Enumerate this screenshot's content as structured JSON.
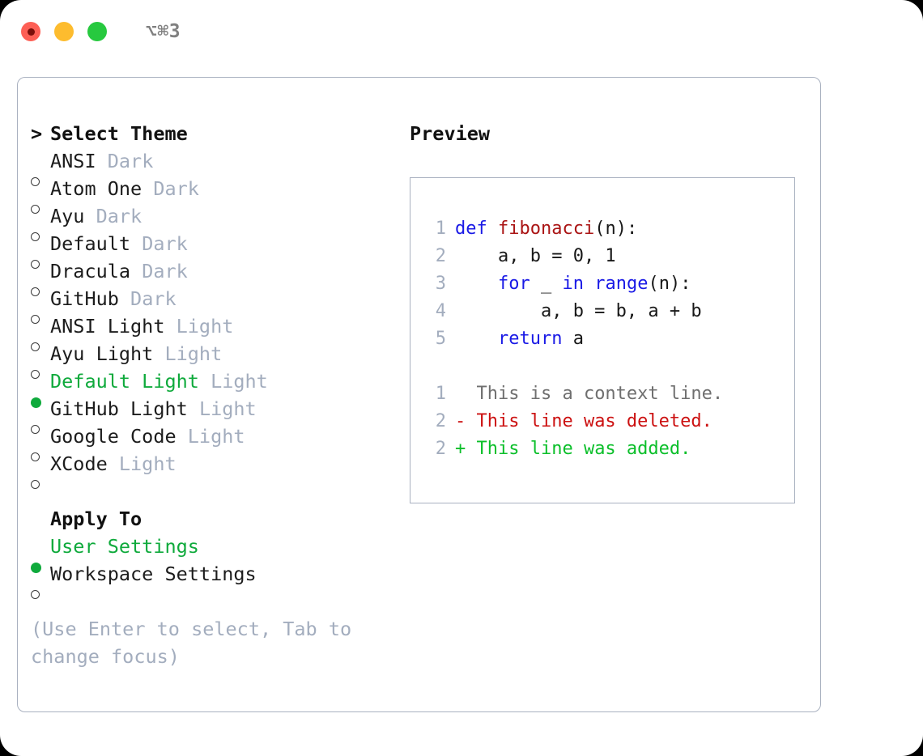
{
  "window": {
    "title_shortcut": "⌥⌘3",
    "traffic_lights": [
      {
        "name": "close-button",
        "color": "#fd5f55",
        "recording": true
      },
      {
        "name": "minimize-button",
        "color": "#fdbc2e",
        "recording": false
      },
      {
        "name": "maximize-button",
        "color": "#27c93f",
        "recording": false
      }
    ]
  },
  "colors": {
    "accent_green": "#0faa3c",
    "muted": "#a3adbe",
    "border": "#a9b1c0",
    "keyword_blue": "#1a1ae6",
    "function_red": "#aa1414",
    "diff_add": "#0bbf2a",
    "diff_del": "#cc1111",
    "diff_ctx": "#6f6f6f"
  },
  "theme_list": {
    "heading_caret": ">",
    "heading": "Select Theme",
    "items": [
      {
        "marker": "○",
        "label": "ANSI",
        "kind": "Dark",
        "selected": false
      },
      {
        "marker": "○",
        "label": "Atom One",
        "kind": "Dark",
        "selected": false
      },
      {
        "marker": "○",
        "label": "Ayu",
        "kind": "Dark",
        "selected": false
      },
      {
        "marker": "○",
        "label": "Default",
        "kind": "Dark",
        "selected": false
      },
      {
        "marker": "○",
        "label": "Dracula",
        "kind": "Dark",
        "selected": false
      },
      {
        "marker": "○",
        "label": "GitHub",
        "kind": "Dark",
        "selected": false
      },
      {
        "marker": "○",
        "label": "ANSI Light",
        "kind": "Light",
        "selected": false
      },
      {
        "marker": "○",
        "label": "Ayu Light",
        "kind": "Light",
        "selected": false
      },
      {
        "marker": "●",
        "label": "Default Light",
        "kind": "Light",
        "selected": true
      },
      {
        "marker": "○",
        "label": "GitHub Light",
        "kind": "Light",
        "selected": false
      },
      {
        "marker": "○",
        "label": "Google Code",
        "kind": "Light",
        "selected": false
      },
      {
        "marker": "○",
        "label": "XCode",
        "kind": "Light",
        "selected": false
      }
    ]
  },
  "apply_to": {
    "heading": "Apply To",
    "items": [
      {
        "marker": "●",
        "label": "User Settings",
        "selected": true
      },
      {
        "marker": "○",
        "label": "Workspace Settings",
        "selected": false
      }
    ]
  },
  "hint": "(Use Enter to select, Tab to change focus)",
  "preview": {
    "heading": "Preview",
    "code_lines": [
      {
        "no": "1",
        "tokens": [
          {
            "t": "def ",
            "c": "kw"
          },
          {
            "t": "fibonacci",
            "c": "fn"
          },
          {
            "t": "(n):",
            "c": "plain"
          }
        ]
      },
      {
        "no": "2",
        "tokens": [
          {
            "t": "    a, b = 0, 1",
            "c": "plain"
          }
        ]
      },
      {
        "no": "3",
        "tokens": [
          {
            "t": "    ",
            "c": "plain"
          },
          {
            "t": "for",
            "c": "kw"
          },
          {
            "t": " _ ",
            "c": "plain"
          },
          {
            "t": "in",
            "c": "kw"
          },
          {
            "t": " ",
            "c": "plain"
          },
          {
            "t": "range",
            "c": "kw"
          },
          {
            "t": "(n):",
            "c": "plain"
          }
        ]
      },
      {
        "no": "4",
        "tokens": [
          {
            "t": "        a, b = b, a + b",
            "c": "plain"
          }
        ]
      },
      {
        "no": "5",
        "tokens": [
          {
            "t": "    ",
            "c": "plain"
          },
          {
            "t": "return",
            "c": "kw"
          },
          {
            "t": " a",
            "c": "plain"
          }
        ]
      }
    ],
    "diff_lines": [
      {
        "no": "1",
        "sign": " ",
        "text": " This is a context line.",
        "c": "ctx"
      },
      {
        "no": "2",
        "sign": "-",
        "text": " This line was deleted.",
        "c": "del"
      },
      {
        "no": "2",
        "sign": "+",
        "text": " This line was added.",
        "c": "add"
      }
    ]
  }
}
